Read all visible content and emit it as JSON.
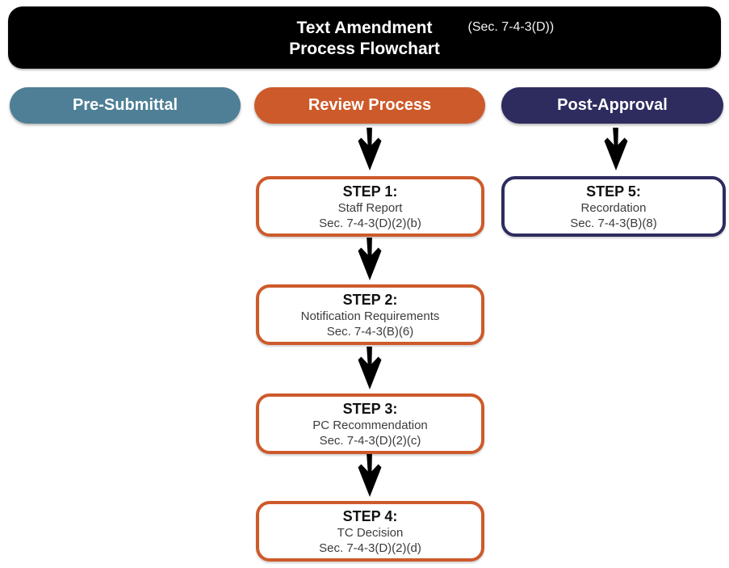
{
  "header": {
    "title_line1": "Text Amendment",
    "section_ref": "(Sec. 7-4-3(D))",
    "title_line2": "Process Flowchart"
  },
  "columns": [
    {
      "id": "pre-submittal",
      "label": "Pre-Submittal",
      "color": "#4e7f96"
    },
    {
      "id": "review-process",
      "label": "Review Process",
      "color": "#cd5a2b"
    },
    {
      "id": "post-approval",
      "label": "Post-Approval",
      "color": "#2e2c5f"
    }
  ],
  "steps": [
    {
      "title": "STEP 1:",
      "name": "Staff Report",
      "section": "Sec. 7-4-3(D)(2)(b)",
      "column": "review-process",
      "border_color": "#cd5a2b"
    },
    {
      "title": "STEP 2:",
      "name": "Notification Requirements",
      "section": "Sec. 7-4-3(B)(6)",
      "column": "review-process",
      "border_color": "#cd5a2b"
    },
    {
      "title": "STEP 3:",
      "name": "PC Recommendation",
      "section": "Sec. 7-4-3(D)(2)(c)",
      "column": "review-process",
      "border_color": "#cd5a2b"
    },
    {
      "title": "STEP 4:",
      "name": "TC Decision",
      "section": "Sec. 7-4-3(D)(2)(d)",
      "column": "review-process",
      "border_color": "#cd5a2b"
    },
    {
      "title": "STEP 5:",
      "name": "Recordation",
      "section": "Sec. 7-4-3(B)(8)",
      "column": "post-approval",
      "border_color": "#2e2c5f"
    }
  ],
  "icons": {
    "down_arrow": "thick-black-down-arrow"
  },
  "colors": {
    "header_bg": "#000000",
    "pre_submittal": "#4e7f96",
    "review_process": "#cd5a2b",
    "post_approval": "#2e2c5f",
    "step_title_text": "#111111",
    "step_body_text": "#3c3c3c",
    "background": "#ffffff"
  }
}
